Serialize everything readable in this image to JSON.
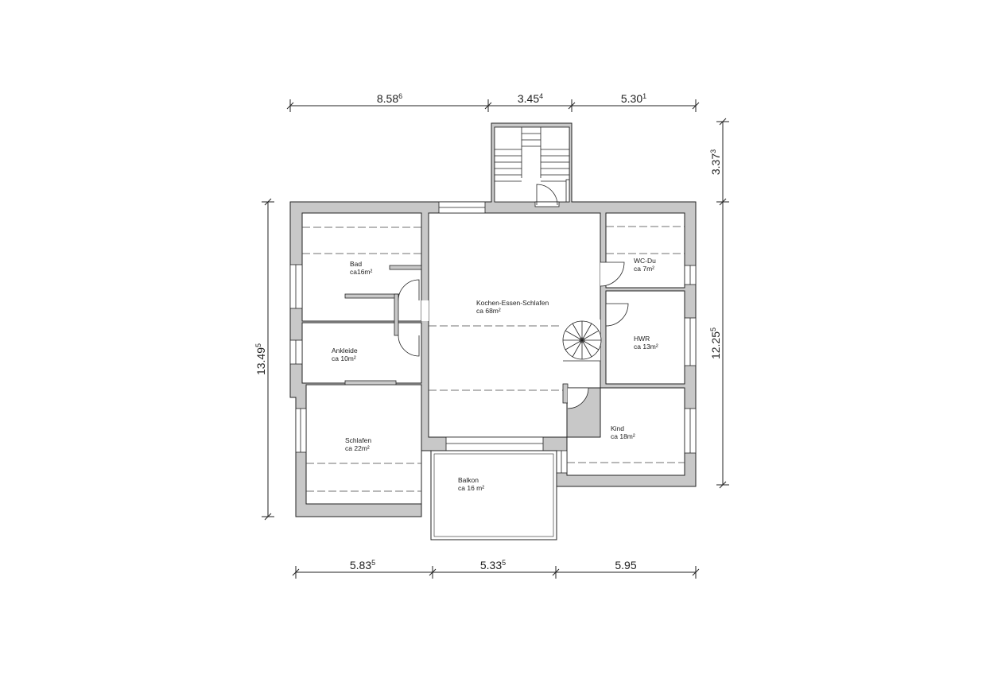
{
  "dimensions": {
    "top": [
      {
        "main": "8.58",
        "sup": "6"
      },
      {
        "main": "3.45",
        "sup": "4"
      },
      {
        "main": "5.30",
        "sup": "1"
      }
    ],
    "bottom": [
      {
        "main": "5.83",
        "sup": "5"
      },
      {
        "main": "5.33",
        "sup": "5"
      },
      {
        "main": "5.95",
        "sup": ""
      }
    ],
    "left": {
      "main": "13.49",
      "sup": "5"
    },
    "right_upper": {
      "main": "3.37",
      "sup": "3"
    },
    "right_lower": {
      "main": "12.25",
      "sup": "5"
    }
  },
  "rooms": [
    {
      "id": "bad",
      "name": "Bad",
      "area": "ca16m²"
    },
    {
      "id": "ankleide",
      "name": "Ankleide",
      "area": "ca 10m²"
    },
    {
      "id": "schlafen",
      "name": "Schlafen",
      "area": "ca 22m²"
    },
    {
      "id": "kochen",
      "name": "Kochen-Essen-Schlafen",
      "area": "ca 68m²"
    },
    {
      "id": "wc",
      "name": "WC-Du",
      "area": "ca 7m²"
    },
    {
      "id": "hwr",
      "name": "HWR",
      "area": "ca 13m²"
    },
    {
      "id": "kind",
      "name": "Kind",
      "area": "ca 18m²"
    },
    {
      "id": "balkon",
      "name": "Balkon",
      "area": "ca 16 m²"
    }
  ],
  "colors": {
    "wall": "#c8c8c8",
    "line": "#222222"
  }
}
